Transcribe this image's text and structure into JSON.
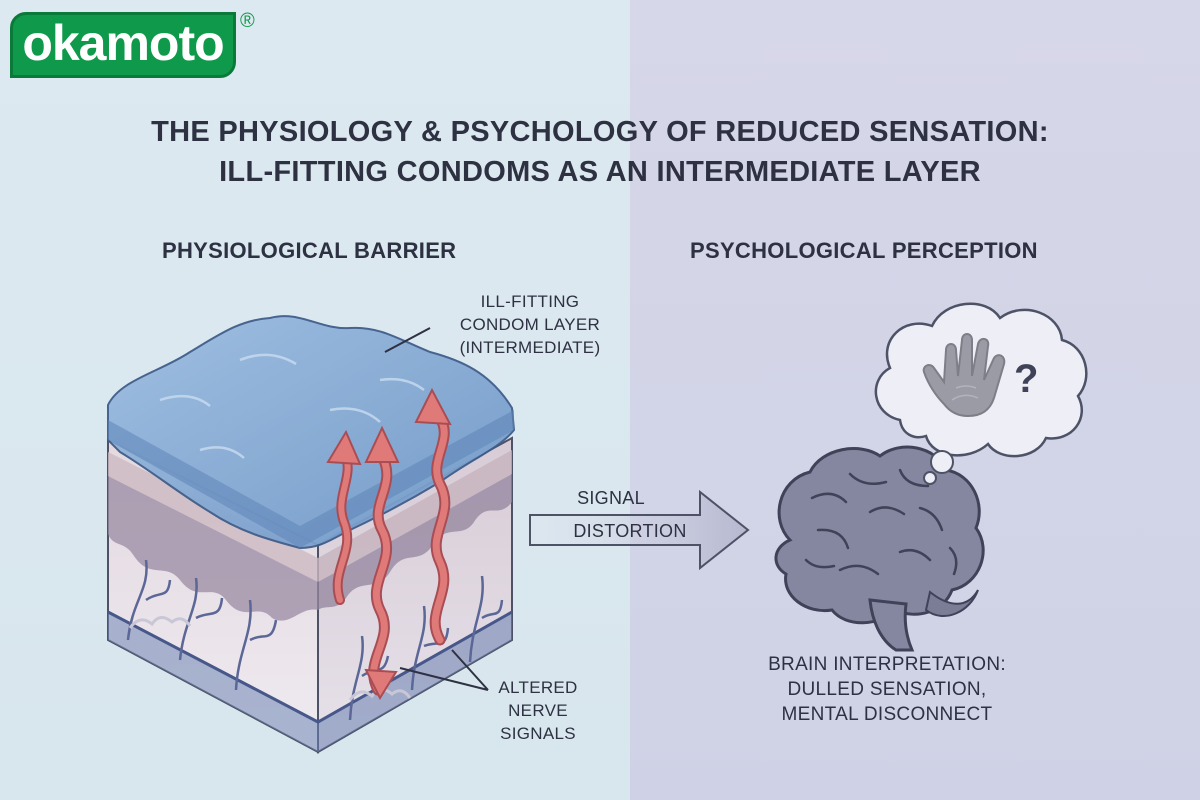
{
  "brand": {
    "name": "okamoto",
    "registered": "®"
  },
  "title": {
    "line1": "THE PHYSIOLOGY & PSYCHOLOGY OF REDUCED SENSATION:",
    "line2": "ILL-FITTING CONDOMS AS AN INTERMEDIATE LAYER"
  },
  "left_section": {
    "heading": "PHYSIOLOGICAL BARRIER",
    "condom_label": [
      "ILL-FITTING",
      "CONDOM LAYER",
      "(INTERMEDIATE)"
    ],
    "nerve_label": [
      "ALTERED",
      "NERVE",
      "SIGNALS"
    ]
  },
  "arrow": {
    "line1": "SIGNAL",
    "line2": "DISTORTION"
  },
  "right_section": {
    "heading": "PSYCHOLOGICAL PERCEPTION",
    "thought_symbol": "?",
    "brain_label": [
      "BRAIN INTERPRETATION:",
      "DULLED SENSATION,",
      "MENTAL DISCONNECT"
    ]
  },
  "icons": [
    "hand-icon",
    "brain-icon",
    "thought-bubble-icon",
    "skin-layers-icon",
    "arrow-right-icon"
  ],
  "colors": {
    "brand_green": "#0e9a4a",
    "condom_blue": "#7ea6d0",
    "nerve_arrow_red": "#d96b6b",
    "brain_gray": "#7e7f95",
    "text_dark": "#2d3142"
  }
}
